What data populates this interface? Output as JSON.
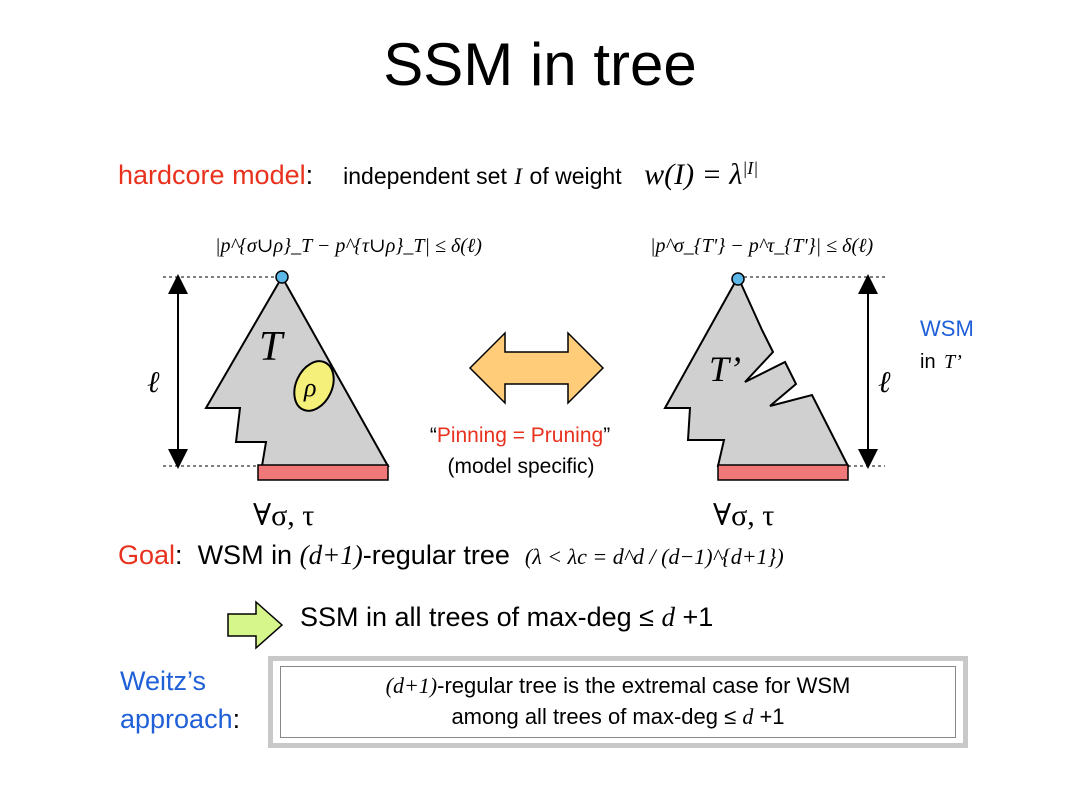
{
  "title": "SSM in tree",
  "hardcore": {
    "label": "hardcore model",
    "colon": ":",
    "text_before": "independent set",
    "set_symbol": "I",
    "text_after": "of weight",
    "formula": "w(I) = λ",
    "exponent": "|I|"
  },
  "left_tree": {
    "bound_formula": "|p^{σ∪ρ}_T − p^{τ∪ρ}_T| ≤ δ(ℓ)",
    "name": "T",
    "pin": "ρ",
    "height": "ℓ",
    "quantifier": "∀σ, τ"
  },
  "right_tree": {
    "bound_formula": "|p^σ_{T'} − p^τ_{T'}| ≤ δ(ℓ)",
    "name": "T’",
    "height": "ℓ",
    "quantifier": "∀σ, τ",
    "wsm_label": "WSM",
    "wsm_in": "in",
    "wsm_tree": "T’"
  },
  "middle": {
    "quote_open": "“",
    "pinning": "Pinning = Pruning",
    "quote_close": "”",
    "note": "(model specific)"
  },
  "goal": {
    "label": "Goal",
    "colon": ":",
    "text": "WSM in",
    "tree_math": "(d+1)",
    "text_after": "-regular tree",
    "condition": "λ < λc = d^d / (d−1)^{d+1}"
  },
  "implication": {
    "text": "SSM in all trees of max-deg ≤",
    "math": "d",
    "tail": "+1"
  },
  "weitz": {
    "label_line1": "Weitz’s",
    "label_line2": "approach",
    "colon": ":",
    "box_math": "(d+1)",
    "box_line1": "-regular tree is the extremal case for WSM",
    "box_line2": "among all trees of max-deg ≤",
    "box_math2": "d",
    "box_tail": "+1"
  },
  "colors": {
    "accent_red": "#e8321e",
    "accent_blue": "#1f5fd8",
    "tree_fill": "#d0d0d0",
    "leaf_bar": "#f07878",
    "root_dot": "#5bb8e8",
    "pin_fill": "#f5f07a",
    "double_arrow": "#ffcc7a",
    "implies_arrow": "#d6f58a"
  }
}
